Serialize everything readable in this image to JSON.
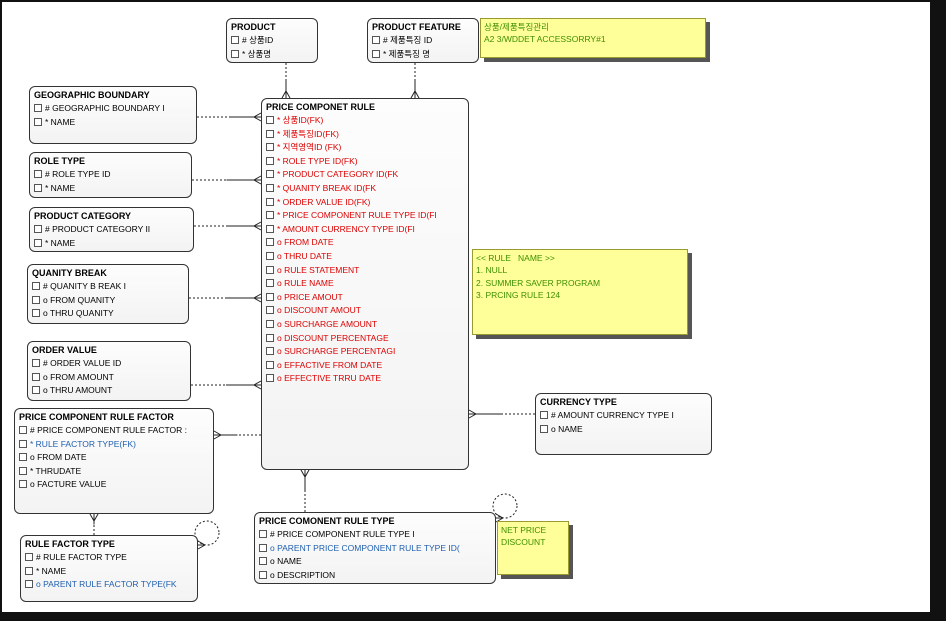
{
  "entities": {
    "product": {
      "title": "PRODUCT",
      "attributes": [
        {
          "text": "# 상품ID",
          "color": "#000000"
        },
        {
          "text": "* 상품명",
          "color": "#000000"
        }
      ]
    },
    "product_feature": {
      "title": "PRODUCT FEATURE",
      "attributes": [
        {
          "text": "# 제품특징 ID",
          "color": "#000000"
        },
        {
          "text": "* 제품특징 명",
          "color": "#000000"
        }
      ]
    },
    "geographic_boundary": {
      "title": "GEOGRAPHIC BOUNDARY",
      "attributes": [
        {
          "text": "# GEOGRAPHIC BOUNDARY I",
          "color": "#000000"
        },
        {
          "text": "* NAME",
          "color": "#000000"
        }
      ]
    },
    "role_type": {
      "title": "ROLE TYPE",
      "attributes": [
        {
          "text": "# ROLE TYPE ID",
          "color": "#000000"
        },
        {
          "text": "* NAME",
          "color": "#000000"
        }
      ]
    },
    "product_category": {
      "title": "PRODUCT CATEGORY",
      "attributes": [
        {
          "text": "# PRODUCT CATEGORY II",
          "color": "#000000"
        },
        {
          "text": "* NAME",
          "color": "#000000"
        }
      ]
    },
    "quanity_break": {
      "title": "QUANITY BREAK",
      "attributes": [
        {
          "text": "# QUANITY B REAK I",
          "color": "#000000"
        },
        {
          "text": "o FROM QUANITY",
          "color": "#000000"
        },
        {
          "text": "o  THRU QUANITY",
          "color": "#000000"
        }
      ]
    },
    "order_value": {
      "title": "ORDER VALUE",
      "attributes": [
        {
          "text": "# ORDER VALUE ID",
          "color": "#000000"
        },
        {
          "text": "o FROM AMOUNT",
          "color": "#000000"
        },
        {
          "text": "o THRU AMOUNT",
          "color": "#000000"
        }
      ]
    },
    "price_component_rule_factor": {
      "title": "PRICE COMPONENT RULE FACTOR",
      "attributes": [
        {
          "text": "# PRICE COMPONENT RULE FACTOR :",
          "color": "#000000"
        },
        {
          "text": "* RULE FACTOR TYPE(FK)",
          "color": "#1f5fb0"
        },
        {
          "text": "o FROM DATE",
          "color": "#000000"
        },
        {
          "text": "* THRUDATE",
          "color": "#000000"
        },
        {
          "text": "o FACTURE VALUE",
          "color": "#000000"
        }
      ]
    },
    "rule_factor_type": {
      "title": "RULE FACTOR TYPE",
      "attributes": [
        {
          "text": "# RULE FACTOR TYPE",
          "color": "#000000"
        },
        {
          "text": "* NAME",
          "color": "#000000"
        },
        {
          "text": "o PARENT RULE FACTOR TYPE(FK",
          "color": "#1f5fb0"
        }
      ]
    },
    "price_componet_rule": {
      "title": "PRICE COMPONET RULE",
      "attributes": [
        {
          "text": "* 상품ID(FK)",
          "color": "#dd0000"
        },
        {
          "text": "* 제품특징ID(FK)",
          "color": "#dd0000"
        },
        {
          "text": "* 지역영역ID  (FK)",
          "color": "#dd0000"
        },
        {
          "text": "* ROLE TYPE ID(FK)",
          "color": "#dd0000"
        },
        {
          "text": "* PRODUCT CATEGORY ID(FK",
          "color": "#dd0000"
        },
        {
          "text": "* QUANITY BREAK ID(FK",
          "color": "#dd0000"
        },
        {
          "text": "* ORDER VALUE ID(FK)",
          "color": "#dd0000"
        },
        {
          "text": "* PRICE COMPONENT RULE TYPE ID(FI",
          "color": "#dd0000"
        },
        {
          "text": "* AMOUNT CURRENCY TYPE ID(FI",
          "color": "#dd0000"
        },
        {
          "text": "o FROM DATE",
          "color": "#dd0000"
        },
        {
          "text": "o THRU DATE",
          "color": "#dd0000"
        },
        {
          "text": "o RULE STATEMENT",
          "color": "#dd0000"
        },
        {
          "text": "o RULE NAME",
          "color": "#dd0000"
        },
        {
          "text": "o PRICE AMOUT",
          "color": "#dd0000"
        },
        {
          "text": "o DISCOUNT AMOUT",
          "color": "#dd0000"
        },
        {
          "text": "o SURCHARGE AMOUNT",
          "color": "#dd0000"
        },
        {
          "text": "o DISCOUNT PERCENTAGE",
          "color": "#dd0000"
        },
        {
          "text": "o SURCHARGE PERCENTAGI",
          "color": "#dd0000"
        },
        {
          "text": "o EFFACTIVE FROM DATE",
          "color": "#dd0000"
        },
        {
          "text": "o EFFECTIVE TRRU DATE",
          "color": "#dd0000"
        }
      ]
    },
    "currency_type": {
      "title": "CURRENCY TYPE",
      "attributes": [
        {
          "text": "# AMOUNT CURRENCY TYPE I",
          "color": "#000000"
        },
        {
          "text": "o NAME",
          "color": "#000000"
        }
      ]
    },
    "price_comonent_rule_type": {
      "title": "PRICE COMONENT RULE TYPE",
      "attributes": [
        {
          "text": "# PRICE COMPONENT RULE TYPE I",
          "color": "#000000"
        },
        {
          "text": "o PARENT PRICE COMPONENT RULE TYPE ID(",
          "color": "#1f5fb0"
        },
        {
          "text": "o NAME",
          "color": "#000000"
        },
        {
          "text": "o DESCRIPTION",
          "color": "#000000"
        }
      ]
    }
  },
  "notes": {
    "product_note": {
      "lines": [
        "상품/제품특징관리",
        "A2 3/WDDET ACCESSORRY#1"
      ]
    },
    "rule_name_note": {
      "lines": [
        "<< RULE   NAME >>",
        "1. NULL",
        "2. SUMMER SAVER PROGRAM",
        "3. PRCING RULE 124"
      ]
    },
    "rule_type_note": {
      "lines": [
        "NET PRICE",
        "DISCOUNT"
      ]
    }
  }
}
